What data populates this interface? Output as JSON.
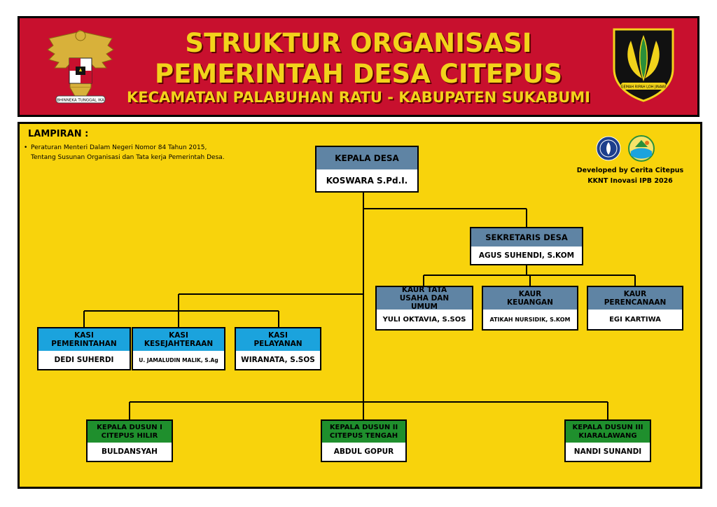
{
  "header": {
    "title_line1": "STRUKTUR ORGANISASI",
    "title_line2": "PEMERINTAH DESA CITEPUS",
    "subtitle": "KECAMATAN PALABUHAN RATU - KABUPATEN SUKABUMI",
    "garuda_motto": "BHINNEKA TUNGGAL IKA",
    "shield_motto": "GEMAH RIPAH LOH JINAWI"
  },
  "lampiran": {
    "title": "LAMPIRAN :",
    "line1": "Peraturan Menteri Dalam Negeri Nomor 84 Tahun 2015,",
    "line2": "Tentang Susunan Organisasi dan Tata kerja Pemerintah Desa."
  },
  "credits": {
    "line1": "Developed by Cerita Citepus",
    "line2": "KKNT Inovasi IPB 2026"
  },
  "org": {
    "kepala_desa": {
      "position": "KEPALA DESA",
      "name": "KOSWARA S.Pd.I."
    },
    "sekretaris": {
      "position": "SEKRETARIS DESA",
      "name": "AGUS SUHENDI, S.KOM"
    },
    "kaur": [
      {
        "position": "KAUR TATA USAHA DAN UMUM",
        "name": "YULI OKTAVIA, S.SOS"
      },
      {
        "position": "KAUR KEUANGAN",
        "name": "ATIKAH NURSIDIK, S.KOM"
      },
      {
        "position": "KAUR PERENCANAAN",
        "name": "EGI KARTIWA"
      }
    ],
    "kasi": [
      {
        "position": "KASI PEMERINTAHAN",
        "name": "DEDI SUHERDI"
      },
      {
        "position": "KASI KESEJAHTERAAN",
        "name": "U. JAMALUDIN MALIK, S.Ag"
      },
      {
        "position": "KASI PELAYANAN",
        "name": "WIRANATA, S.SOS"
      }
    ],
    "dusun": [
      {
        "position": "KEPALA DUSUN I CITEPUS HILIR",
        "name": "BULDANSYAH"
      },
      {
        "position": "KEPALA DUSUN II CITEPUS TENGAH",
        "name": "ABDUL GOPUR"
      },
      {
        "position": "KEPALA DUSUN III KIARALAWANG",
        "name": "NANDI SUNANDI"
      }
    ]
  },
  "colors": {
    "banner": "#c8102e",
    "panel": "#f8d30c",
    "title_text": "#f2d31b",
    "head_grey": "#5f84a4",
    "head_blue": "#1ba3dd",
    "head_green": "#1f8f2d"
  }
}
